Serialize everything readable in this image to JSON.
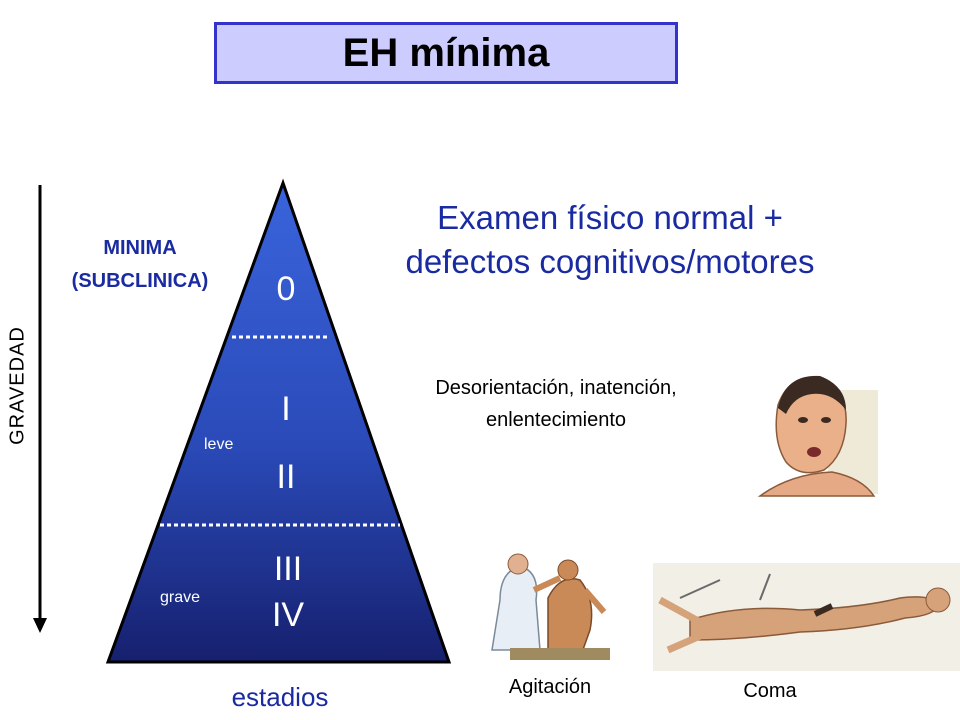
{
  "title": "EH mínima",
  "minima_label": [
    "MINIMA",
    "(SUBCLINICA)"
  ],
  "axis_label": "GRAVEDAD",
  "stages": {
    "s0": "0",
    "s1": "I",
    "s2": "II",
    "s3": "III",
    "s4": "IV"
  },
  "severity": {
    "leve": "leve",
    "grave": "grave"
  },
  "description_minimal": [
    "Examen físico normal +",
    "defectos cognitivos/motores"
  ],
  "description_mild": [
    "Desorientación, inatención,",
    "enlentecimiento"
  ],
  "bottom_label": "estadios",
  "captions": {
    "agitation": "Agitación",
    "coma": "Coma"
  },
  "colors": {
    "title_bg": "#ccccff",
    "title_border": "#3333cc",
    "pyramid_top": "#3a64dc",
    "pyramid_bottom": "#16206e",
    "accent_text": "#1a2aa0"
  },
  "icons": [
    "face-illustration",
    "agitation-illustration",
    "coma-illustration",
    "down-arrow-icon"
  ]
}
